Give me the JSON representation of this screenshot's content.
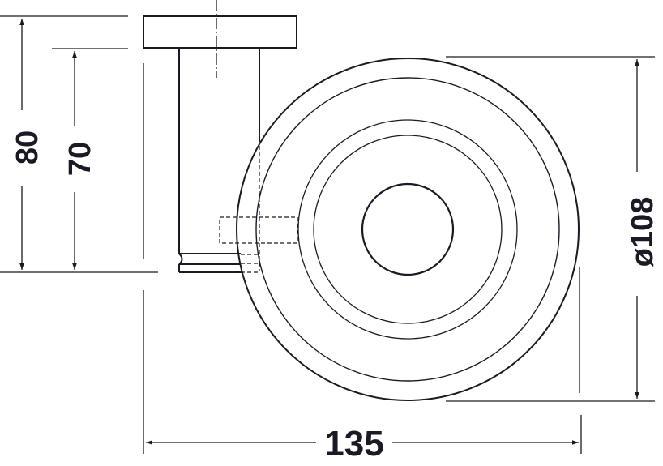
{
  "drawing": {
    "type": "technical dimension drawing",
    "subject": "wall-mounted round fixture (side view + front view)",
    "line_color": "#1a1a24",
    "background": "#ffffff"
  },
  "dimensions": {
    "overall_height": {
      "label": "80",
      "orientation": "vertical"
    },
    "post_height": {
      "label": "70",
      "orientation": "vertical"
    },
    "diameter": {
      "label": "ø108",
      "orientation": "vertical"
    },
    "overall_depth": {
      "label": "135",
      "orientation": "horizontal"
    }
  },
  "views": {
    "side": {
      "parts": [
        "wall-flange",
        "post",
        "groove",
        "hidden-mount"
      ]
    },
    "front": {
      "rings": 5
    }
  }
}
